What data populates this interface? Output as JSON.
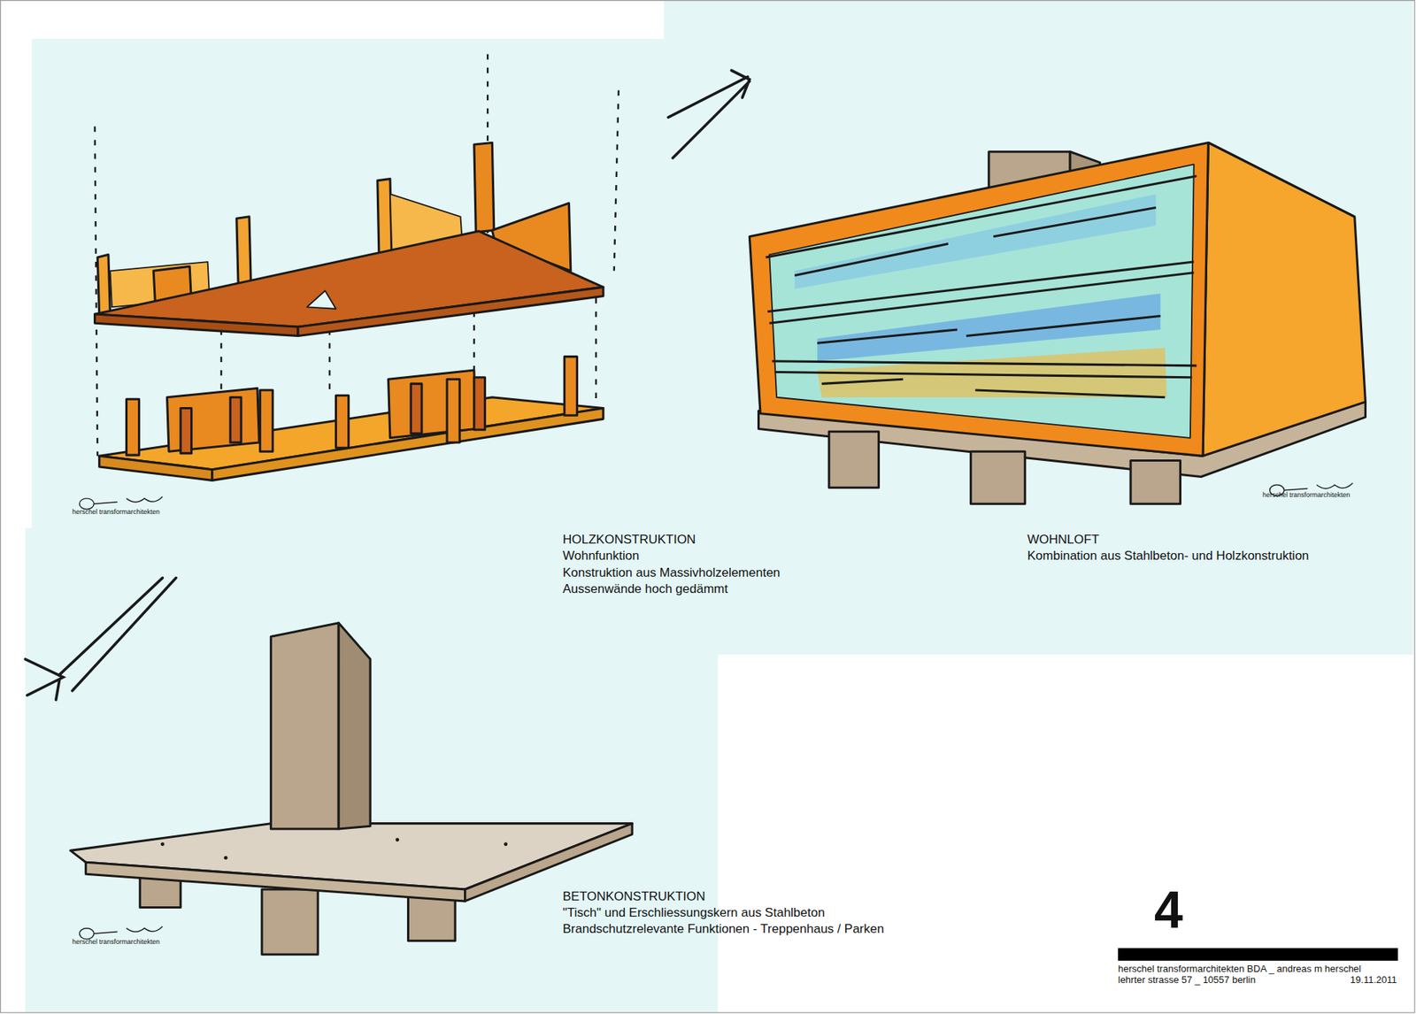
{
  "diagram": {
    "labels": [
      "HOLZKONSTRUKTION",
      "Wohnfunktion",
      "Konstruktion aus Massivholzelementen",
      "Aussenwände hoch gedämmt",
      "WOHNLOFT",
      "Kombination aus Stahlbeton- und Holzkonstruktion",
      "BETONKONSTRUKTION",
      "\"Tisch\" und Erschliessungskern aus Stahlbeton",
      "Brandschutzrelevante Funktionen - Treppenhaus / Parken",
      "4",
      "herschel transformarchitekten BDA _ andreas m herschel",
      "lehrter strasse 57 _ 10557 berlin",
      "19.11.2011",
      "herschel transformarchitekten",
      "herschel transformarchitekten",
      "herschel transformarchitekten"
    ]
  }
}
